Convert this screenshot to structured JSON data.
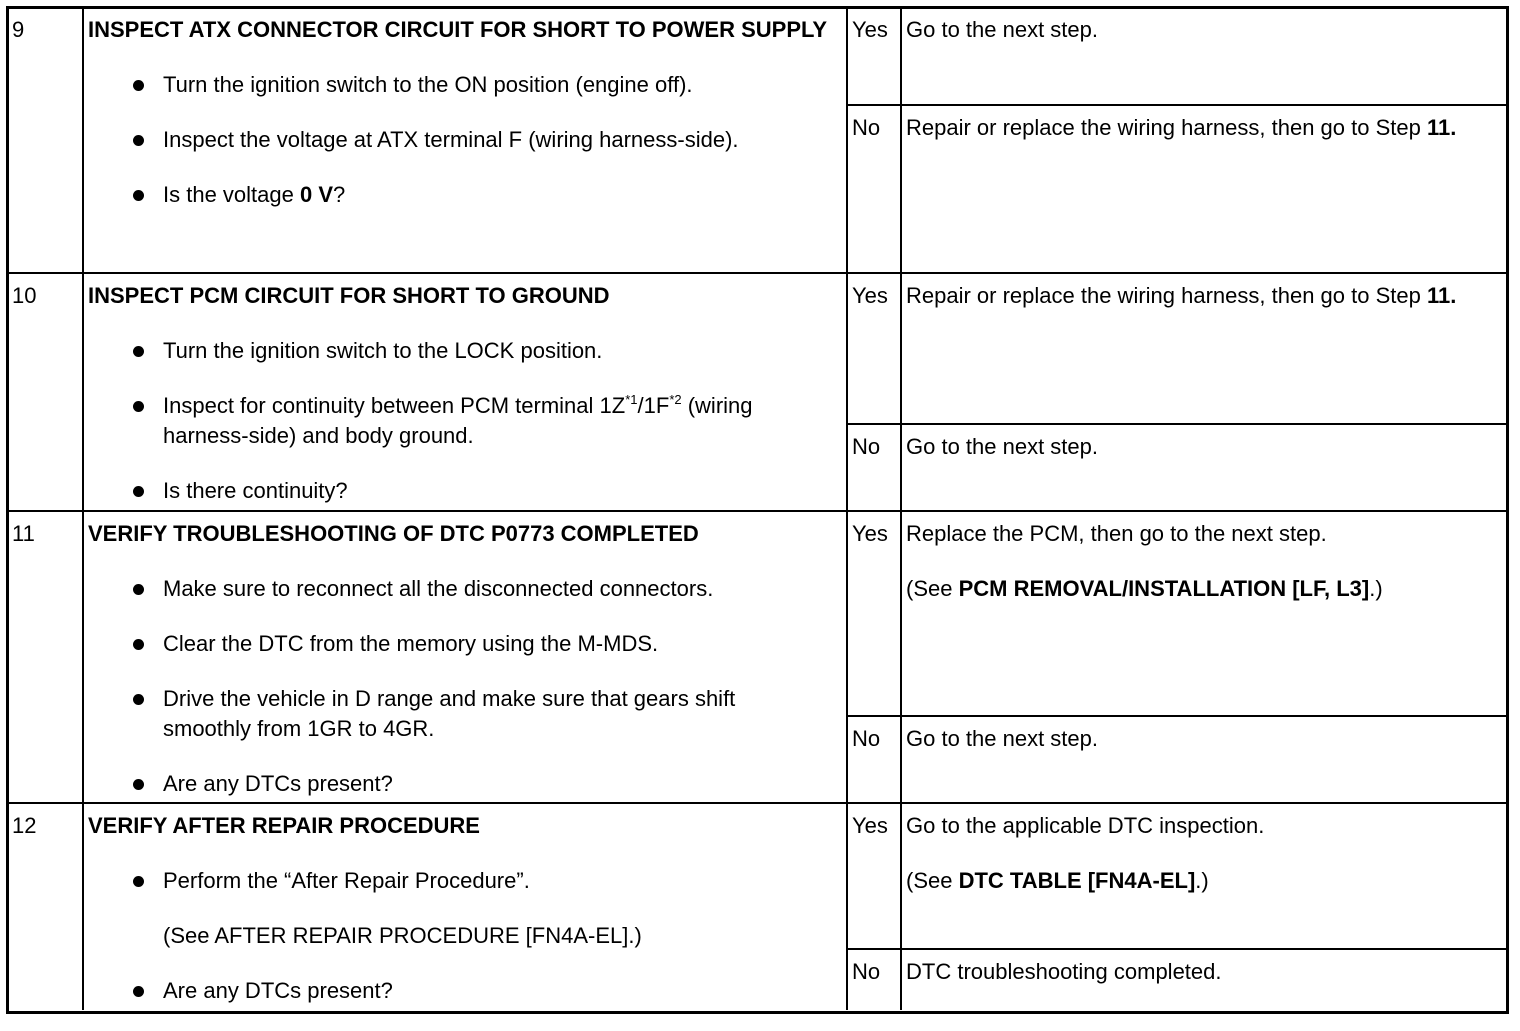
{
  "steps": [
    {
      "number": "9",
      "title": "INSPECT ATX CONNECTOR CIRCUIT FOR SHORT TO POWER SUPPLY",
      "items": [
        {
          "bullet": true,
          "segs": [
            {
              "t": "Turn the ignition switch to the ON position (engine off)."
            }
          ]
        },
        {
          "bullet": true,
          "segs": [
            {
              "t": "Inspect the voltage at ATX terminal F (wiring harness-side)."
            }
          ]
        },
        {
          "bullet": true,
          "segs": [
            {
              "t": "Is the voltage "
            },
            {
              "t": "0 V",
              "b": true
            },
            {
              "t": "?"
            }
          ]
        }
      ],
      "results": [
        {
          "label": "Yes",
          "paras": [
            [
              {
                "t": "Go to the next step."
              }
            ]
          ]
        },
        {
          "label": "No",
          "paras": [
            [
              {
                "t": "Repair or replace the wiring harness, then go to Step "
              },
              {
                "t": "11.",
                "b": true
              }
            ]
          ]
        }
      ]
    },
    {
      "number": "10",
      "title": "INSPECT PCM CIRCUIT FOR SHORT TO GROUND",
      "items": [
        {
          "bullet": true,
          "segs": [
            {
              "t": "Turn the ignition switch to the LOCK position."
            }
          ]
        },
        {
          "bullet": true,
          "segs": [
            {
              "t": "Inspect for continuity between PCM terminal 1Z"
            },
            {
              "t": "*1",
              "sup": true
            },
            {
              "t": "/1F"
            },
            {
              "t": "*2",
              "sup": true
            },
            {
              "t": " (wiring harness-side) and body ground."
            }
          ]
        },
        {
          "bullet": true,
          "segs": [
            {
              "t": "Is there continuity?"
            }
          ]
        }
      ],
      "results": [
        {
          "label": "Yes",
          "paras": [
            [
              {
                "t": "Repair or replace the wiring harness, then go to Step "
              },
              {
                "t": "11.",
                "b": true
              }
            ]
          ]
        },
        {
          "label": "No",
          "paras": [
            [
              {
                "t": "Go to the next step."
              }
            ]
          ]
        }
      ]
    },
    {
      "number": "11",
      "title": "VERIFY TROUBLESHOOTING OF DTC P0773 COMPLETED",
      "items": [
        {
          "bullet": true,
          "segs": [
            {
              "t": "Make sure to reconnect all the disconnected connectors."
            }
          ]
        },
        {
          "bullet": true,
          "segs": [
            {
              "t": "Clear the DTC from the memory using the M-MDS."
            }
          ]
        },
        {
          "bullet": true,
          "segs": [
            {
              "t": "Drive the vehicle in D range and make sure that gears shift smoothly from 1GR to 4GR."
            }
          ]
        },
        {
          "bullet": true,
          "segs": [
            {
              "t": "Are any DTCs present?"
            }
          ]
        }
      ],
      "results": [
        {
          "label": "Yes",
          "paras": [
            [
              {
                "t": "Replace the PCM, then go to the next step."
              }
            ],
            [
              {
                "t": "(See "
              },
              {
                "t": "PCM REMOVAL/INSTALLATION [LF, L3]",
                "b": true,
                "link": true
              },
              {
                "t": ".)"
              }
            ]
          ]
        },
        {
          "label": "No",
          "paras": [
            [
              {
                "t": "Go to the next step."
              }
            ]
          ]
        }
      ]
    },
    {
      "number": "12",
      "title": "VERIFY AFTER REPAIR PROCEDURE",
      "items": [
        {
          "bullet": true,
          "segs": [
            {
              "t": "Perform the “After Repair Procedure”."
            }
          ]
        },
        {
          "bullet": false,
          "segs": [
            {
              "t": "(See "
            },
            {
              "t": "AFTER REPAIR PROCEDURE [FN4A-EL]",
              "link": true
            },
            {
              "t": ".)"
            }
          ]
        },
        {
          "bullet": true,
          "segs": [
            {
              "t": "Are any DTCs present?"
            }
          ]
        }
      ],
      "results": [
        {
          "label": "Yes",
          "paras": [
            [
              {
                "t": "Go to the applicable DTC inspection."
              }
            ],
            [
              {
                "t": "(See "
              },
              {
                "t": "DTC TABLE [FN4A-EL]",
                "b": true,
                "link": true
              },
              {
                "t": ".)"
              }
            ]
          ]
        },
        {
          "label": "No",
          "paras": [
            [
              {
                "t": "DTC troubleshooting completed."
              }
            ]
          ]
        }
      ]
    }
  ]
}
